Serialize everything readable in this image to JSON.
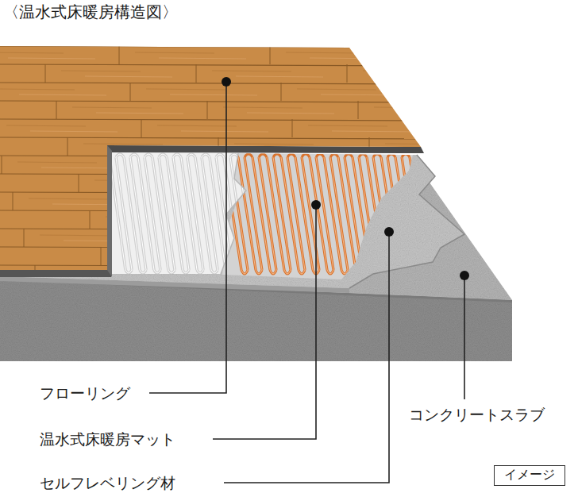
{
  "diagram": {
    "title": "〈温水式床暖房構造図〉",
    "nodes": [
      {
        "text": [
          "イメージ"
        ]
      }
    ],
    "labels": [
      "フローリング",
      "コンクリートスラブ",
      "温水式床暖房マット",
      "セルフレベリング材"
    ]
  }
}
